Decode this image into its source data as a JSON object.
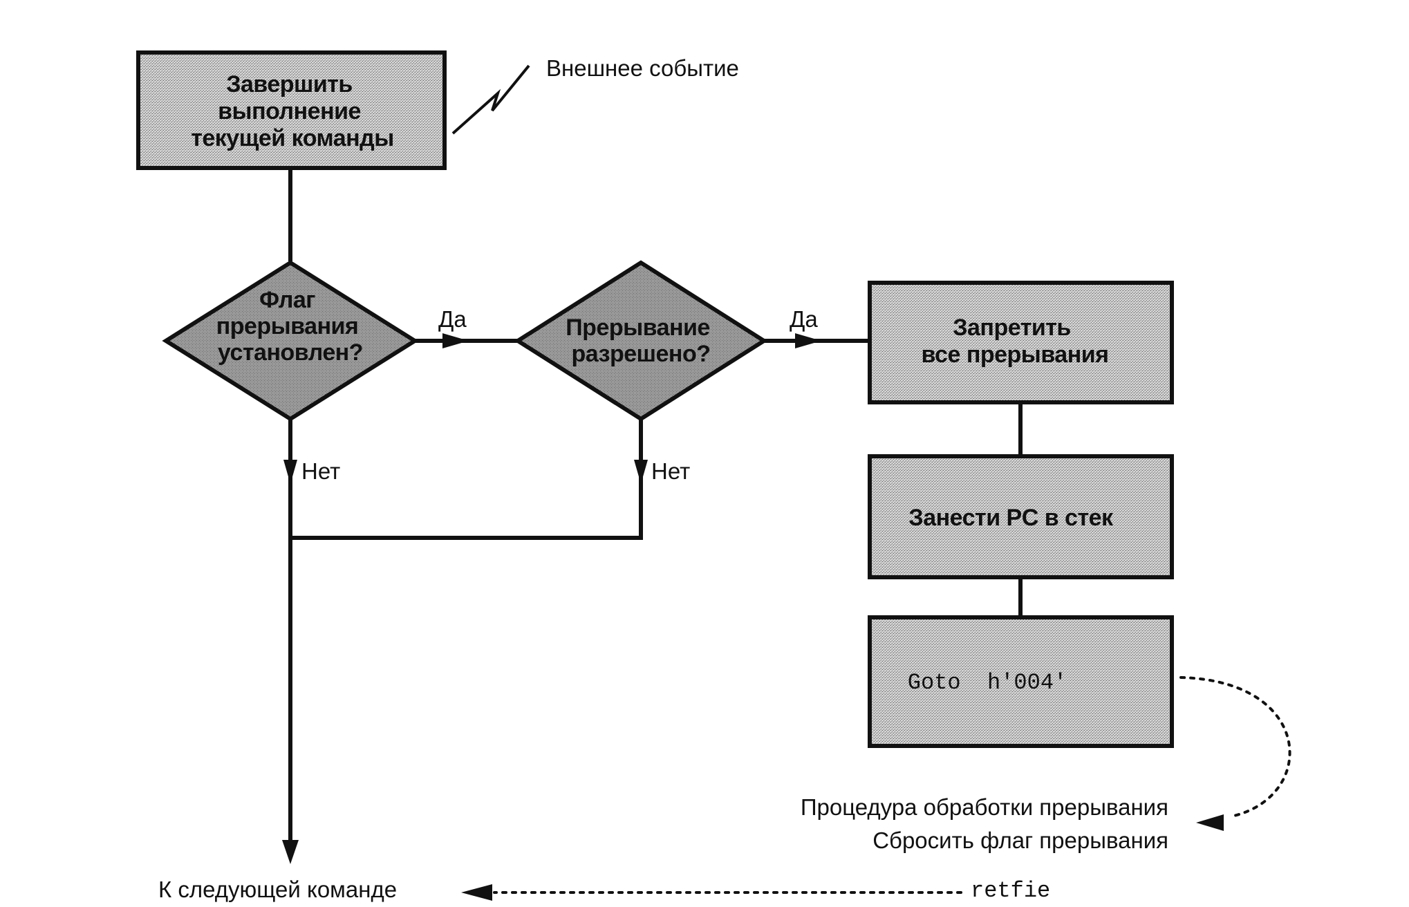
{
  "nodes": {
    "finish_command": {
      "lines": [
        "Завершить",
        "выполнение",
        "текущей команды"
      ]
    },
    "flag_decision": {
      "lines": [
        "Флаг",
        "прерывания",
        "установлен?"
      ]
    },
    "enabled_decision": {
      "lines": [
        "Прерывание",
        "разрешено?"
      ]
    },
    "disable_all": {
      "lines": [
        "Запретить",
        "все прерывания"
      ]
    },
    "push_pc": {
      "text": "Занести PC в стек"
    },
    "goto": {
      "text": "Goto  h'004'"
    }
  },
  "labels": {
    "external_event": "Внешнее событие",
    "yes_1": "Да",
    "yes_2": "Да",
    "no_1": "Нет",
    "no_2": "Нет",
    "isr_line1": "Процедура обработки прерывания",
    "isr_line2": "Сбросить флаг прерывания",
    "next_command": "К следующей команде",
    "retfie": "retfie"
  },
  "colors": {
    "ink": "#111111",
    "fill": "#b8b8b8",
    "background": "#ffffff"
  }
}
